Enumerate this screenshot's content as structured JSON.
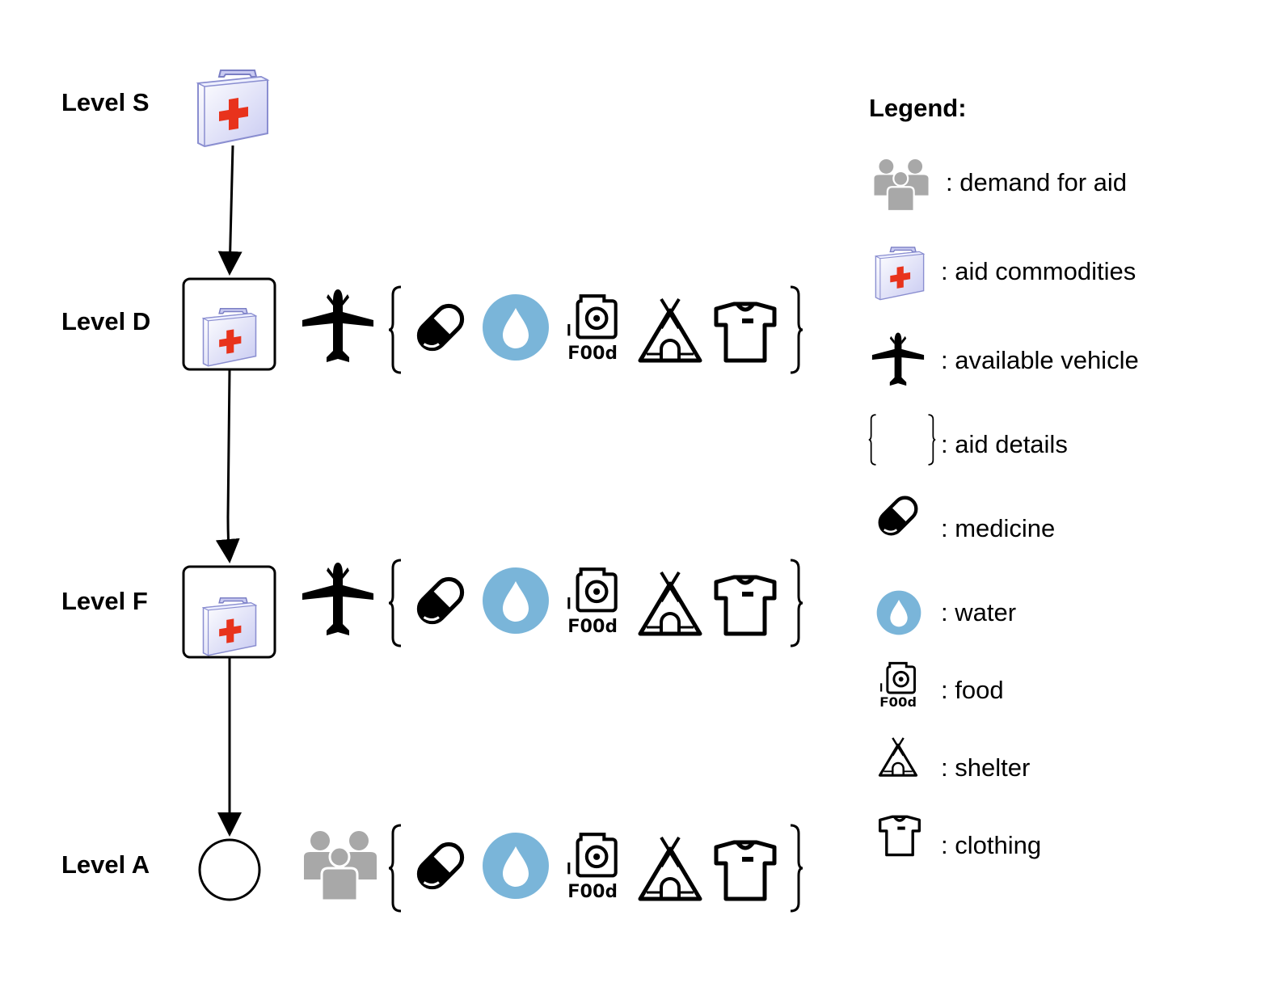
{
  "levels": [
    {
      "label": "Level S",
      "node": "aid-commodities"
    },
    {
      "label": "Level D",
      "node": "aid-commodities-boxed",
      "vehicle": "airplane"
    },
    {
      "label": "Level F",
      "node": "aid-commodities-boxed",
      "vehicle": "airplane"
    },
    {
      "label": "Level A",
      "node": "circle",
      "demand": "people"
    }
  ],
  "aid_detail_icons": [
    "pill-icon",
    "water-drop-icon",
    "food-icon",
    "tent-icon",
    "tshirt-icon"
  ],
  "food_icon_text": "FOOd",
  "legend": {
    "title": "Legend:",
    "items": [
      {
        "icon": "people-icon",
        "label": ": demand for aid"
      },
      {
        "icon": "first-aid-kit-icon",
        "label": ": aid commodities"
      },
      {
        "icon": "airplane-icon",
        "label": ": available vehicle"
      },
      {
        "icon": "braces-icon",
        "label": ": aid details"
      },
      {
        "icon": "pill-icon",
        "label": ": medicine"
      },
      {
        "icon": "water-drop-icon",
        "label": ": water"
      },
      {
        "icon": "food-icon",
        "label": ": food"
      },
      {
        "icon": "tent-icon",
        "label": ": shelter"
      },
      {
        "icon": "tshirt-icon",
        "label": ": clothing"
      }
    ]
  },
  "colors": {
    "water": "#7ab5d9",
    "people": "#a8a8a8",
    "kit_body": "#dfe0f8",
    "kit_cross": "#e8331c",
    "line": "#000000"
  }
}
